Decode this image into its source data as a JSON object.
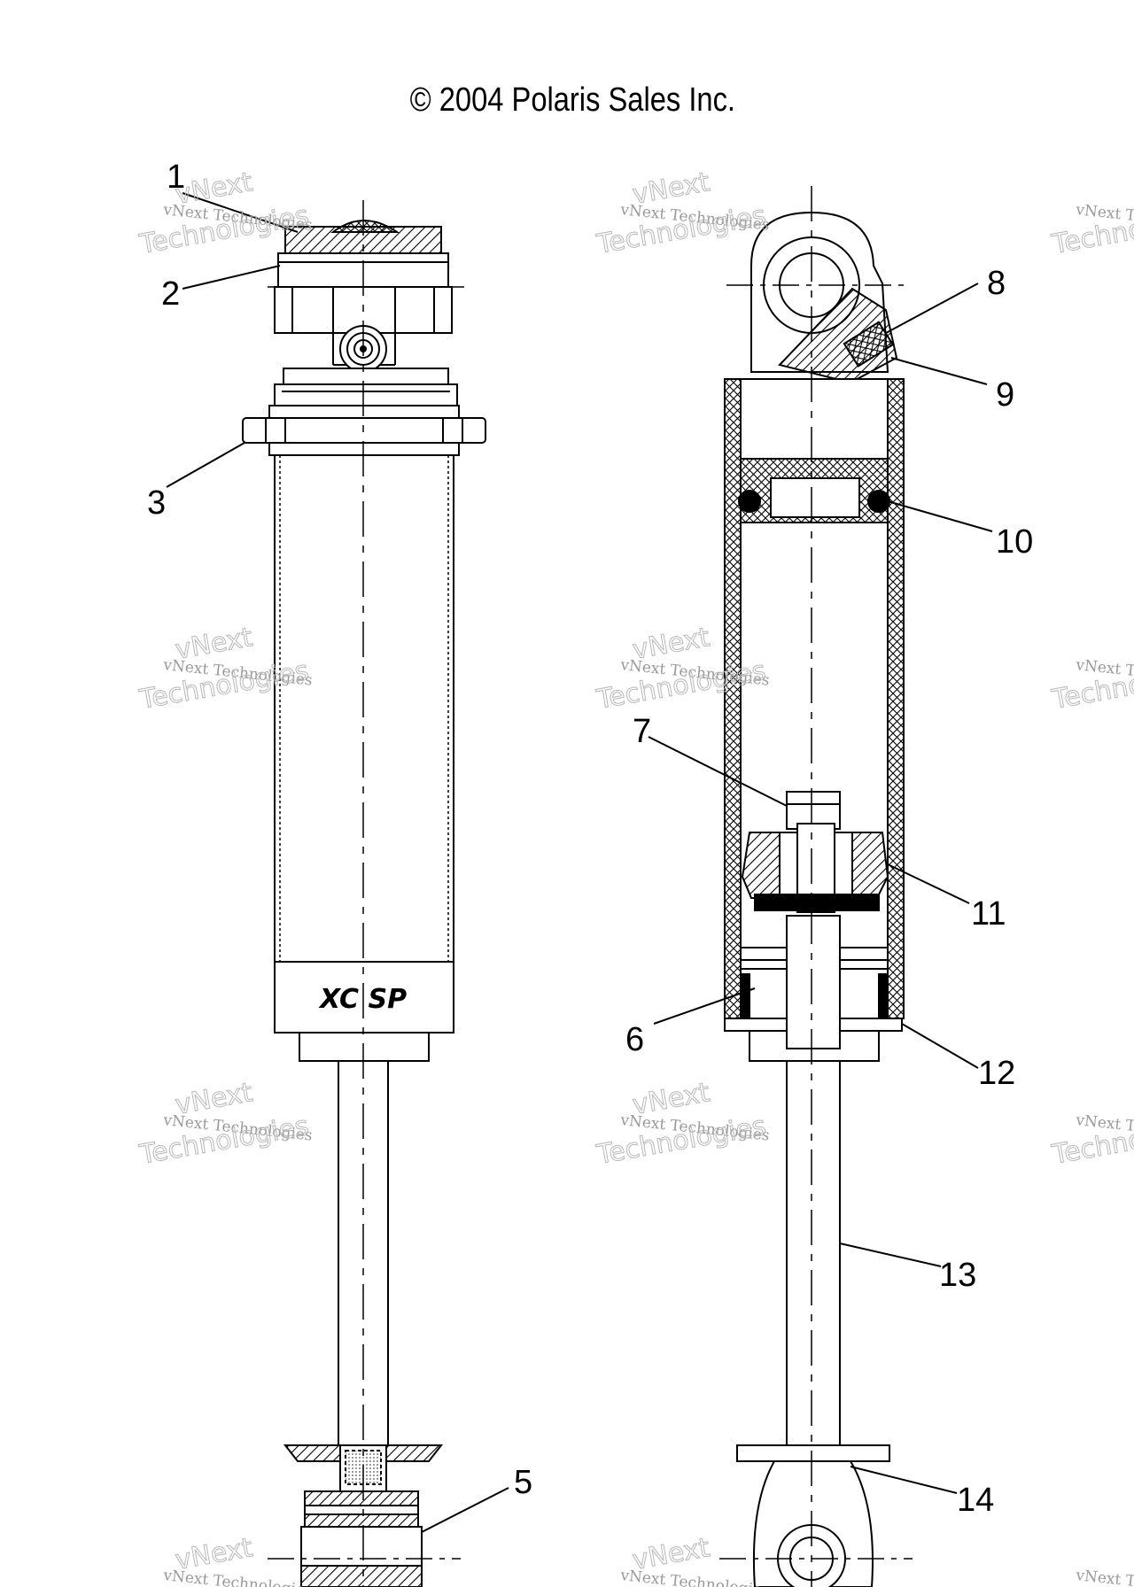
{
  "diagram": {
    "copyright": "© 2004 Polaris Sales Inc.",
    "watermark": {
      "small": "vNext Technologies",
      "big": "Technologies",
      "top": "vNext"
    },
    "body_logo": "XC SP",
    "callouts": [
      {
        "label": "1"
      },
      {
        "label": "2"
      },
      {
        "label": "3"
      },
      {
        "label": "5"
      },
      {
        "label": "6"
      },
      {
        "label": "7"
      },
      {
        "label": "8"
      },
      {
        "label": "9"
      },
      {
        "label": "10"
      },
      {
        "label": "11"
      },
      {
        "label": "12"
      },
      {
        "label": "13"
      },
      {
        "label": "14"
      }
    ]
  }
}
